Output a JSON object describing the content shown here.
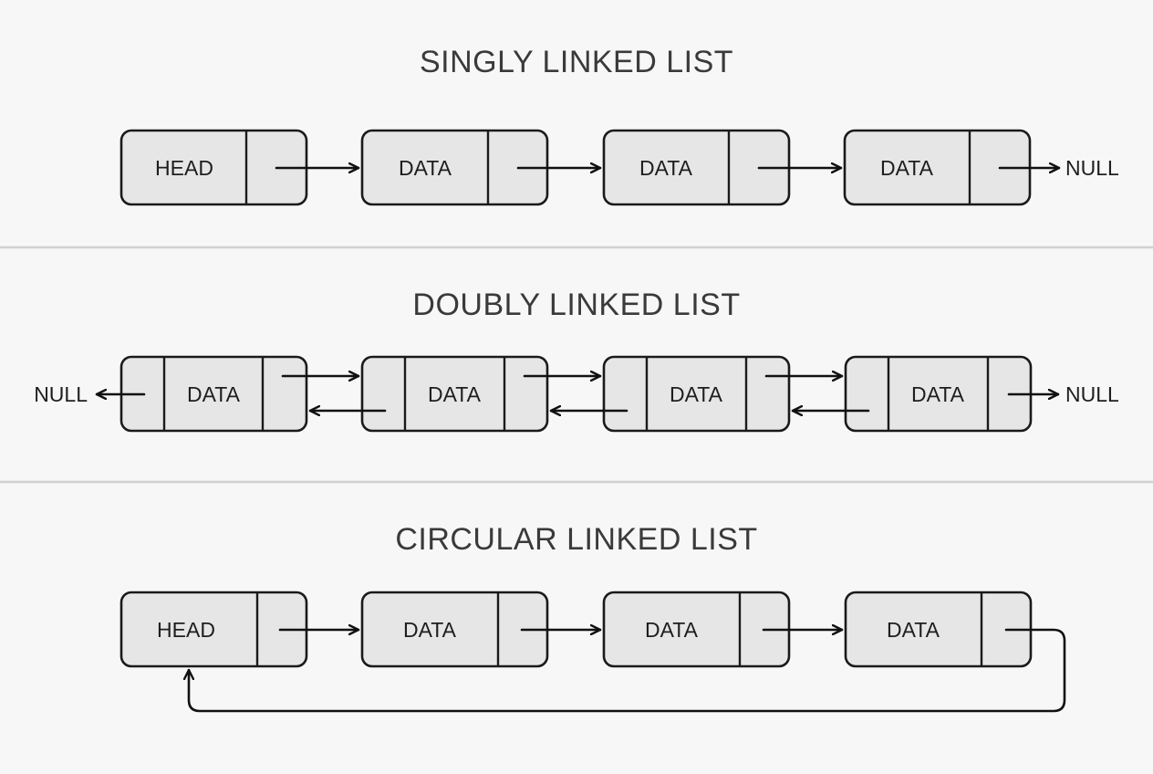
{
  "sections": [
    {
      "title": "SINGLY LINKED LIST",
      "nodes": [
        "HEAD",
        "DATA",
        "DATA",
        "DATA"
      ],
      "null_right": "NULL"
    },
    {
      "title": "DOUBLY LINKED LIST",
      "nodes": [
        "DATA",
        "DATA",
        "DATA",
        "DATA"
      ],
      "null_left": "NULL",
      "null_right": "NULL"
    },
    {
      "title": "CIRCULAR LINKED LIST",
      "nodes": [
        "HEAD",
        "DATA",
        "DATA",
        "DATA"
      ]
    }
  ],
  "colors": {
    "background": "#f7f7f7",
    "node_fill": "#e6e6e6",
    "stroke": "#1a1a1a",
    "title": "#3a3a3a",
    "section_rule": "#d0d0d0"
  }
}
